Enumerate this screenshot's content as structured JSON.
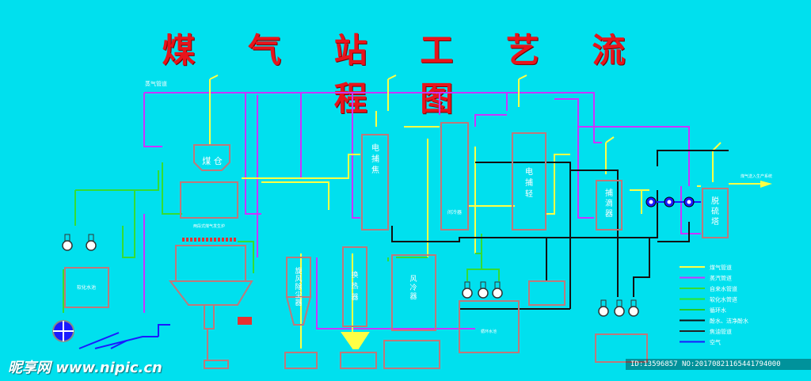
{
  "title": "煤 气 站 工 艺 流 程 图",
  "pipe_colors": {
    "gas": "#ffff44",
    "steam": "#cc33ff",
    "tap_water": "#33dd33",
    "soft_water": "#2ae82a",
    "circulating_water": "#22cc22",
    "dirty_water": "#111111",
    "tar": "#222222",
    "air": "#1a1aff",
    "equipment": "#c0787a",
    "pump_fill": "#e83030"
  },
  "legend": [
    {
      "label": "煤气管道",
      "color": "#ffff44"
    },
    {
      "label": "蒸汽管道",
      "color": "#cc33ff"
    },
    {
      "label": "自来水管道",
      "color": "#33dd33"
    },
    {
      "label": "软化水管道",
      "color": "#2ae82a"
    },
    {
      "label": "循环水",
      "color": "#22cc22"
    },
    {
      "label": "酚水、洁净酚水",
      "color": "#111111"
    },
    {
      "label": "焦油管道",
      "color": "#222222"
    },
    {
      "label": "空气",
      "color": "#1a1aff"
    }
  ],
  "equipment": {
    "coal_bin": "煤 仓",
    "gasifier": "两段式煤气发生炉",
    "cyclone": "旋风除尘器",
    "heat_exchanger": "换热器",
    "air_cooler": "风冷器",
    "precipitator_1": "电捕焦",
    "cooler": "间冷器",
    "precipitator_2": "电捕轻",
    "drip_catcher": "捕滴器",
    "desulfurizer": "脱硫塔",
    "softened_water_pool": "软化水池",
    "circulating_pool": "循环水池"
  },
  "labels": {
    "steam_pipe": "蒸气管道",
    "gas_to_user": "煤气送入生产系统"
  },
  "watermark": {
    "site": "昵享网 www.nipic.cn",
    "id": "ID:13596857 NO:20170821165441794000"
  }
}
